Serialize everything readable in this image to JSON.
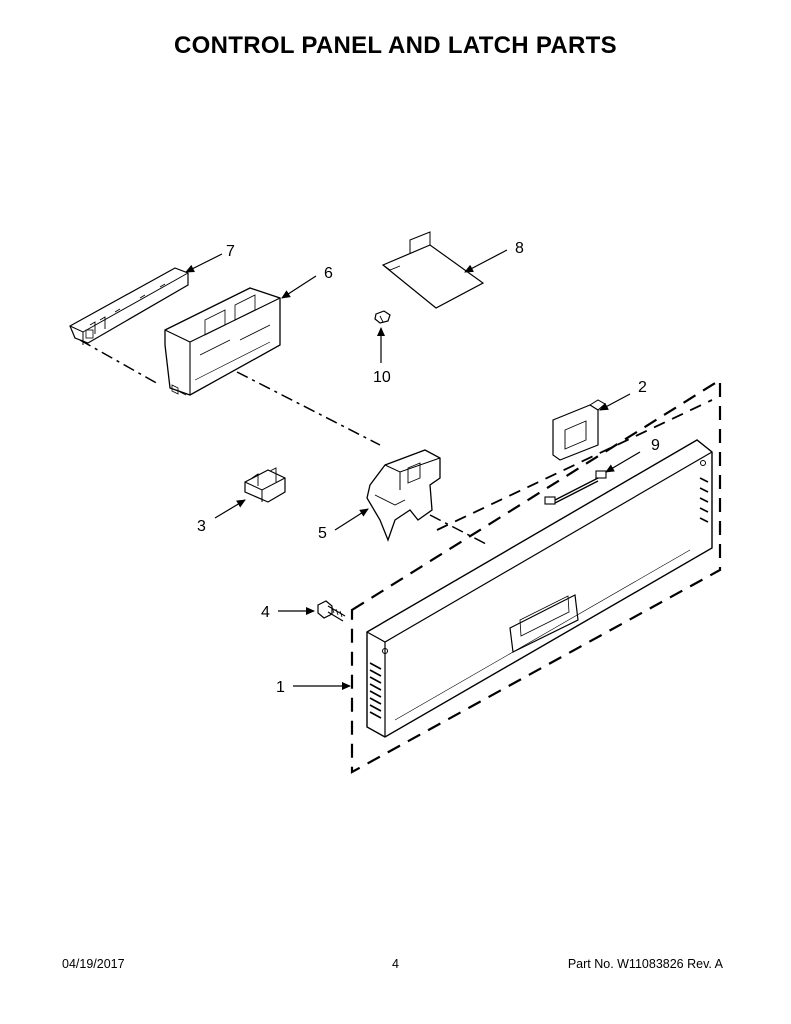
{
  "title": "CONTROL PANEL AND LATCH PARTS",
  "callouts": {
    "c1": "1",
    "c2": "2",
    "c3": "3",
    "c4": "4",
    "c5": "5",
    "c6": "6",
    "c7": "7",
    "c8": "8",
    "c9": "9",
    "c10": "10"
  },
  "footer": {
    "date": "04/19/2017",
    "page": "4",
    "part": "Part No.  W11083826  Rev.  A"
  }
}
